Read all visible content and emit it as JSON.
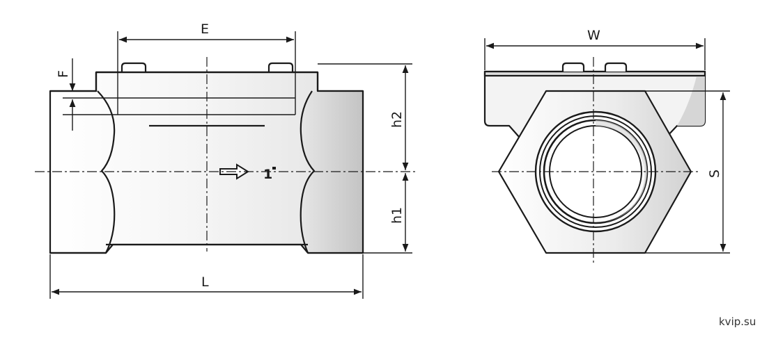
{
  "labels": {
    "E": "E",
    "F": "F",
    "h2": "h2",
    "h1": "h1",
    "L": "L",
    "W": "W",
    "S": "S"
  },
  "marking": "1",
  "watermark": "kvip.su",
  "colors": {
    "line": "#1a1a1a",
    "body_light": "#f2f2f2",
    "body_shade": "#c8c8c8",
    "background": "#ffffff"
  },
  "icons": [
    "direction-arrow-icon"
  ]
}
